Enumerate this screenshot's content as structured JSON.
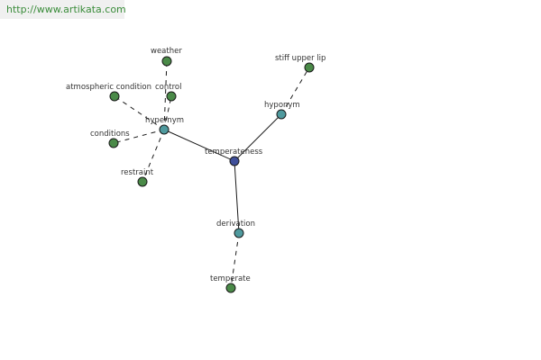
{
  "banner": {
    "url": "http://www.artikata.com"
  },
  "colors": {
    "center_node": "#3f4f9a",
    "relation_node": "#4f9a9e",
    "leaf_node": "#4a8a48",
    "edge": "#1a1a1a"
  },
  "graph": {
    "nodes": [
      {
        "id": "temperateness",
        "label": "temperateness",
        "kind": "center"
      },
      {
        "id": "hypernym",
        "label": "hypernym",
        "kind": "relation"
      },
      {
        "id": "hyponym",
        "label": "hyponym",
        "kind": "relation"
      },
      {
        "id": "derivation",
        "label": "derivation",
        "kind": "relation"
      },
      {
        "id": "weather",
        "label": "weather",
        "kind": "leaf"
      },
      {
        "id": "control",
        "label": "control",
        "kind": "leaf"
      },
      {
        "id": "atmospheric-condition",
        "label": "atmospheric condition",
        "kind": "leaf"
      },
      {
        "id": "conditions",
        "label": "conditions",
        "kind": "leaf"
      },
      {
        "id": "restraint",
        "label": "restraint",
        "kind": "leaf"
      },
      {
        "id": "stiff-upper-lip",
        "label": "stiff upper lip",
        "kind": "leaf"
      },
      {
        "id": "temperate",
        "label": "temperate",
        "kind": "leaf"
      }
    ],
    "edges": [
      {
        "from": "temperateness",
        "to": "hypernym",
        "style": "solid"
      },
      {
        "from": "temperateness",
        "to": "hyponym",
        "style": "solid"
      },
      {
        "from": "temperateness",
        "to": "derivation",
        "style": "solid"
      },
      {
        "from": "hypernym",
        "to": "weather",
        "style": "dashed"
      },
      {
        "from": "hypernym",
        "to": "control",
        "style": "dashed"
      },
      {
        "from": "hypernym",
        "to": "atmospheric-condition",
        "style": "dashed"
      },
      {
        "from": "hypernym",
        "to": "conditions",
        "style": "dashed"
      },
      {
        "from": "hypernym",
        "to": "restraint",
        "style": "dashed"
      },
      {
        "from": "hyponym",
        "to": "stiff-upper-lip",
        "style": "dashed"
      },
      {
        "from": "derivation",
        "to": "temperate",
        "style": "dashed"
      }
    ]
  }
}
